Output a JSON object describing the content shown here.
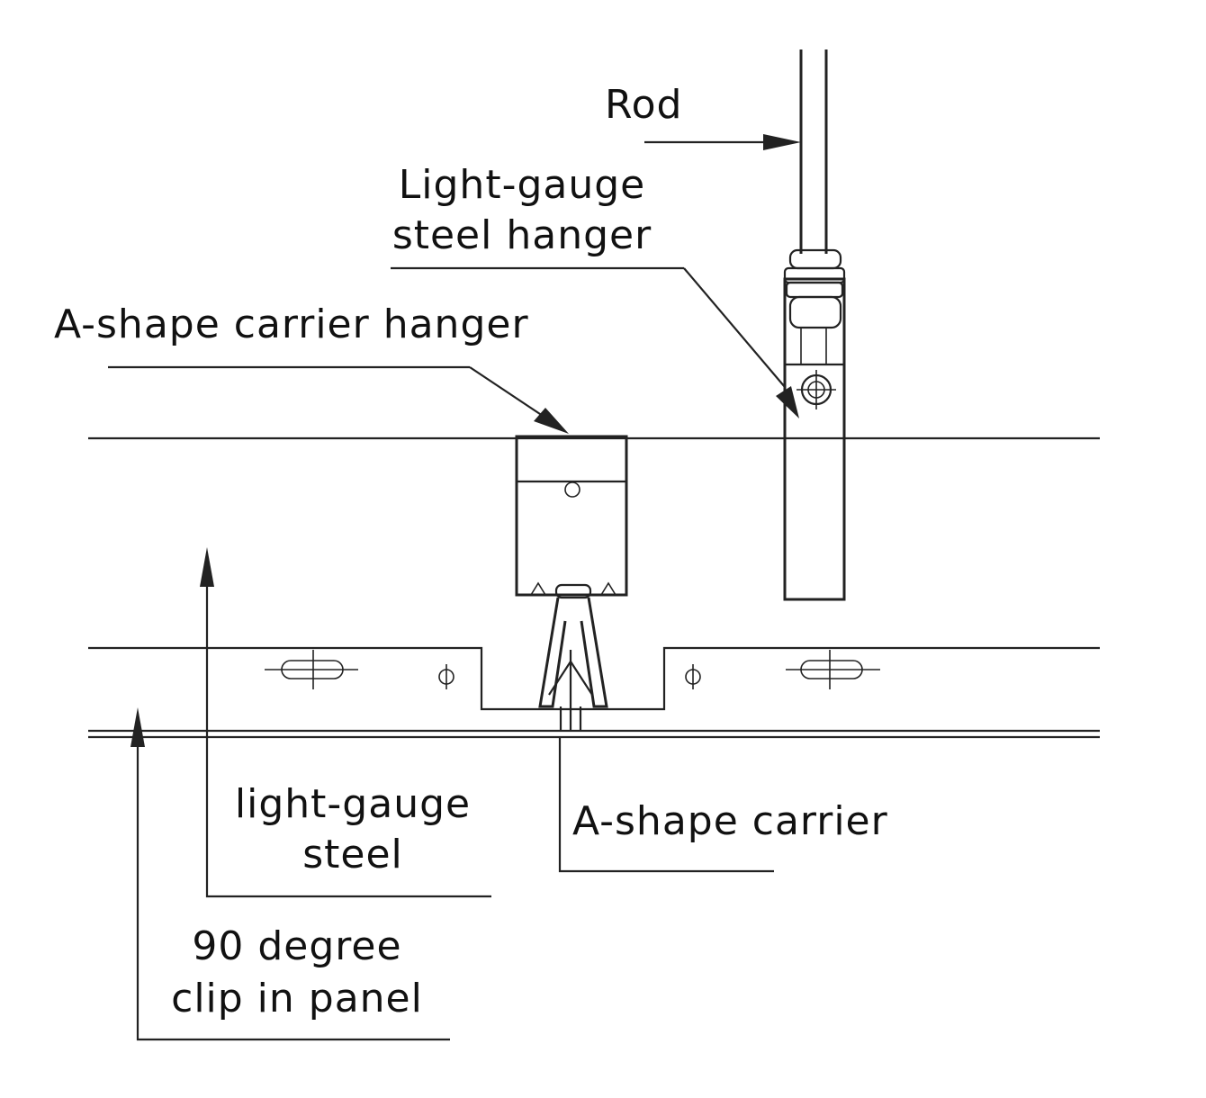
{
  "labels": {
    "rod": "Rod",
    "lg_hanger_line1": "Light-gauge",
    "lg_hanger_line2": "steel hanger",
    "a_carrier_hanger": "A-shape carrier hanger",
    "lg_steel_line1": "light-gauge",
    "lg_steel_line2": "steel",
    "a_carrier": "A-shape carrier",
    "clip_line1": "90 degree",
    "clip_line2": "clip in panel"
  },
  "colors": {
    "line": "#222222",
    "text": "#111111",
    "background": "#ffffff"
  }
}
